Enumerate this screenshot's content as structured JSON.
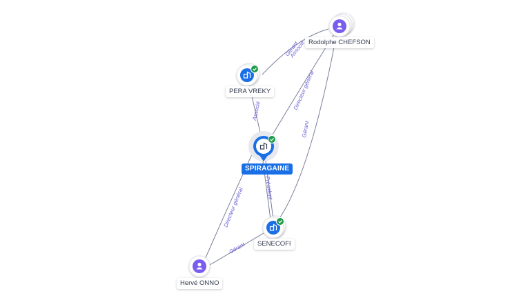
{
  "nodes": {
    "rodolphe": {
      "label": "Rodolphe CHEFSON",
      "kind": "person",
      "icon": "person-icon"
    },
    "pera": {
      "label": "PERA VREKY",
      "kind": "company",
      "icon": "company-icon",
      "verified": true
    },
    "spiragaine": {
      "label": "SPIRAGAINE",
      "kind": "company-main",
      "icon": "company-icon",
      "verified": true
    },
    "senecofi": {
      "label": "SENECOFI",
      "kind": "company",
      "icon": "company-icon",
      "verified": true
    },
    "herve": {
      "label": "Hervé ONNO",
      "kind": "person",
      "icon": "person-icon"
    }
  },
  "edges": [
    {
      "from": "rodolphe",
      "to": "pera",
      "labels": [
        "Gérant",
        "Associé"
      ]
    },
    {
      "from": "spiragaine",
      "to": "pera",
      "labels": [
        "Associé"
      ]
    },
    {
      "from": "rodolphe",
      "to": "spiragaine",
      "labels": [
        "Directeur général"
      ]
    },
    {
      "from": "rodolphe",
      "to": "senecofi",
      "labels": [
        "Gérant"
      ]
    },
    {
      "from": "senecofi",
      "to": "spiragaine",
      "labels": [
        "Président"
      ]
    },
    {
      "from": "herve",
      "to": "spiragaine",
      "labels": [
        "Directeur général"
      ]
    },
    {
      "from": "herve",
      "to": "senecofi",
      "labels": [
        "Gérant"
      ]
    }
  ],
  "colors": {
    "person": "#7b5cf0",
    "company": "#1a6fe6",
    "verified": "#1f9a4a",
    "edge": "#7a7f99",
    "edge_label": "#6b5fd6"
  }
}
